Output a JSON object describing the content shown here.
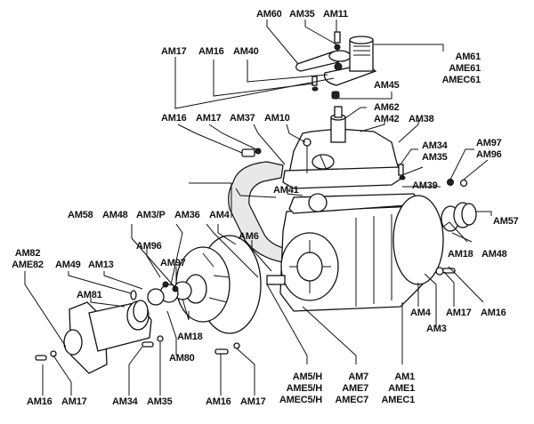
{
  "diagram": {
    "title": "Vacuum pump exploded parts diagram",
    "labels": {
      "am60": "AM60",
      "am35_top": "AM35",
      "am11": "AM11",
      "am61": [
        "AM61",
        "AME61",
        "AMEC61"
      ],
      "am17_top": "AM17",
      "am16_top": "AM16",
      "am40": "AM40",
      "am45": "AM45",
      "am62_42": [
        "AM62",
        "AM42"
      ],
      "am38": "AM38",
      "am16_mid": "AM16",
      "am17_mid": "AM17",
      "am37": "AM37",
      "am10": "AM10",
      "am34_right": "AM34",
      "am35_right": "AM35",
      "am97_right": "AM97",
      "am96_right": "AM96",
      "am39": "AM39",
      "am41": "AM41",
      "am57": "AM57",
      "am58": "AM58",
      "am48_left": "AM48",
      "am3p": "AM3/P",
      "am36": "AM36",
      "am4_top": "AM4",
      "am6": "AM6",
      "am96_left": "AM96",
      "am97_left": "AM97",
      "am82": [
        "AM82",
        "AME82"
      ],
      "am49": "AM49",
      "am13": "AM13",
      "am81": "AM81",
      "am18_left": "AM18",
      "am80": "AM80",
      "am18_right": "AM18",
      "am48_right": "AM48",
      "am4_bottom": "AM4",
      "am17_right": "AM17",
      "am16_right": "AM16",
      "am3": "AM3",
      "am16_b1": "AM16",
      "am17_b1": "AM17",
      "am34_b": "AM34",
      "am35_b": "AM35",
      "am16_b2": "AM16",
      "am17_b2": "AM17",
      "am5h": [
        "AM5/H",
        "AME5/H",
        "AMEC5/H"
      ],
      "am7": [
        "AM7",
        "AME7",
        "AMEC7"
      ],
      "am1": [
        "AM1",
        "AME1",
        "AMEC1"
      ]
    }
  }
}
